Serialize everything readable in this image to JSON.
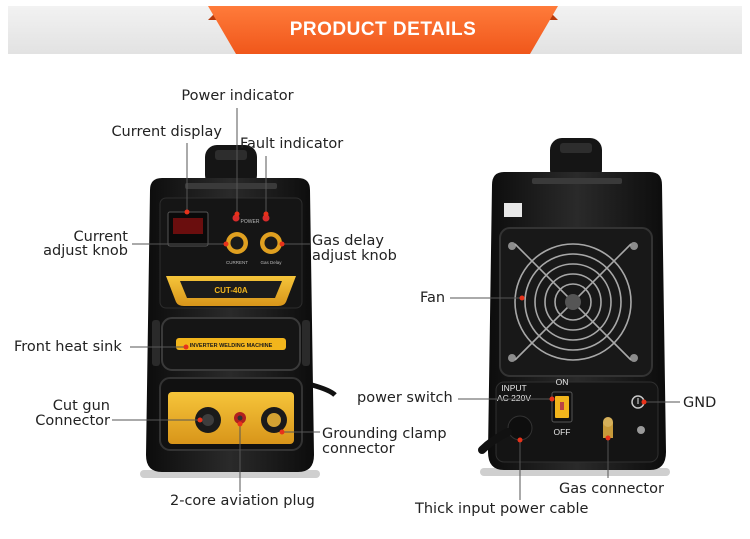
{
  "banner": {
    "title": "PRODUCT DETAILS"
  },
  "front_panel": {
    "model": "CUT-40A",
    "strip": "INVERTER WELDING MACHINE",
    "power_text": "POWER",
    "current_text": "CURRENT",
    "gas_text": "Gas Delay"
  },
  "back_panel": {
    "input_l1": "INPUT",
    "input_l2": "AC 220V",
    "on": "ON",
    "off": "OFF"
  },
  "labels": {
    "power_indicator": "Power indicator",
    "current_display": "Current display",
    "fault_indicator": "Fault indicator",
    "current_adjust_l1": "Current",
    "current_adjust_l2": "adjust knob",
    "gas_delay_l1": "Gas delay",
    "gas_delay_l2": "adjust knob",
    "front_heat_sink": "Front heat sink",
    "cut_gun_l1": "Cut gun",
    "cut_gun_l2": "Connector",
    "grounding_l1": "Grounding clamp",
    "grounding_l2": "connector",
    "aviation_plug": "2-core aviation plug",
    "fan": "Fan",
    "power_switch": "power switch",
    "gnd": "GND",
    "gas_connector": "Gas connector",
    "input_cable": "Thick input power cable"
  },
  "colors": {
    "accent": "#f0571b",
    "gold": "#f2b51c",
    "body": "#1b1b1b"
  }
}
